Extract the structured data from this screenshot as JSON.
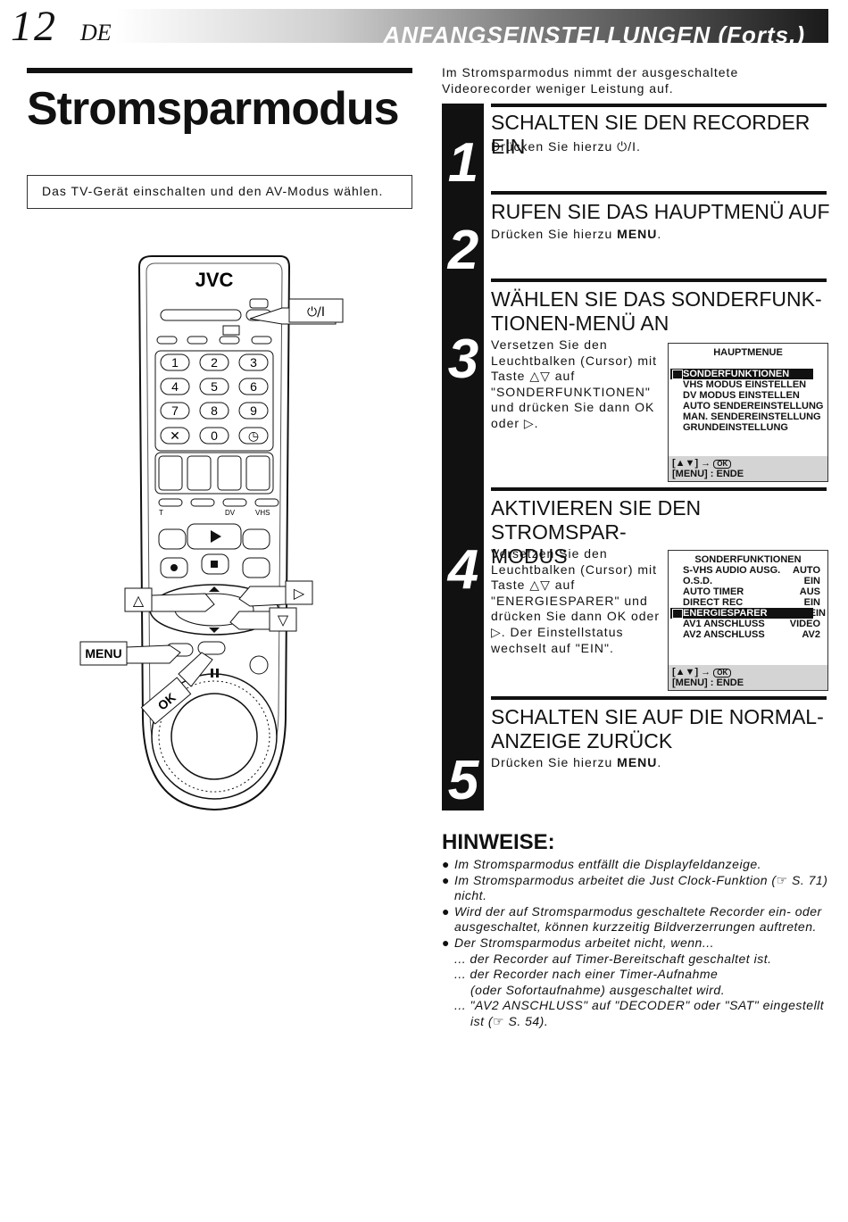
{
  "header": {
    "page_number": "12",
    "language": "DE",
    "section_title": "ANFANGSEINSTELLUNGEN (Forts.)"
  },
  "left": {
    "title": "Stromsparmodus",
    "intro_box": "Das TV-Gerät einschalten und den AV-Modus wählen.",
    "remote": {
      "brand": "JVC",
      "callout_power": "⏻/I",
      "callout_menu": "MENU",
      "callout_ok": "OK",
      "callout_up": "△",
      "callout_down": "▽",
      "callout_right": "▷",
      "keys": [
        "1",
        "2",
        "3",
        "4",
        "5",
        "6",
        "7",
        "8",
        "9",
        "✕",
        "0",
        "◷"
      ],
      "labels": {
        "t": "T",
        "dv": "DV",
        "vhs": "VHS"
      }
    }
  },
  "intro": "Im Stromsparmodus nimmt der ausgeschaltete Videorecorder weniger Leistung auf.",
  "steps": [
    {
      "num": "1",
      "title": "SCHALTEN SIE DEN RECORDER EIN",
      "text": "Drücken Sie hierzu ⏻/I."
    },
    {
      "num": "2",
      "title": "RUFEN SIE DAS HAUPTMENÜ AUF",
      "text_pre": "Drücken Sie hierzu ",
      "text_bold": "MENU",
      "text_post": "."
    },
    {
      "num": "3",
      "title": "WÄHLEN SIE DAS SONDERFUNK-TIONEN-MENÜ AN",
      "title_line1": "WÄHLEN SIE DAS SONDERFUNK-",
      "title_line2": "TIONEN-MENÜ AN",
      "lines": [
        "Versetzen Sie den",
        "Leuchtbalken (Cursor) mit",
        "Taste △▽ auf",
        "\"SONDERFUNKTIONEN\"",
        "und drücken Sie dann OK",
        "oder ▷."
      ]
    },
    {
      "num": "4",
      "title": "AKTIVIEREN SIE DEN STROMSPAR-MODUS",
      "title_line1": "AKTIVIEREN SIE DEN STROMSPAR-",
      "title_line2": "MODUS",
      "lines": [
        "Versetzen Sie den",
        "Leuchtbalken (Cursor) mit",
        "Taste △▽ auf",
        "\"ENERGIESPARER\" und",
        "drücken Sie dann OK oder",
        "▷. Der Einstellstatus",
        "wechselt auf \"EIN\"."
      ]
    },
    {
      "num": "5",
      "title": "SCHALTEN SIE AUF DIE NORMAL-ANZEIGE ZURÜCK",
      "title_line1": "SCHALTEN SIE AUF DIE NORMAL-",
      "title_line2": "ANZEIGE ZURÜCK",
      "text_pre": "Drücken Sie hierzu ",
      "text_bold": "MENU",
      "text_post": "."
    }
  ],
  "menu_main": {
    "title": "HAUPTMENUE",
    "items": [
      "SONDERFUNKTIONEN",
      "VHS MODUS EINSTELLEN",
      "DV MODUS EINSTELLEN",
      "AUTO SENDEREINSTELLUNG",
      "MAN. SENDEREINSTELLUNG",
      "GRUNDEINSTELLUNG"
    ],
    "footer1": "[▲▼] →",
    "footer_ok": "OK",
    "footer2": "[MENU] : ENDE"
  },
  "menu_special": {
    "title": "SONDERFUNKTIONEN",
    "items": [
      {
        "label": "S-VHS AUDIO AUSG.",
        "value": "AUTO"
      },
      {
        "label": "O.S.D.",
        "value": "EIN"
      },
      {
        "label": "AUTO TIMER",
        "value": "AUS"
      },
      {
        "label": "DIRECT REC",
        "value": "EIN"
      },
      {
        "label": "ENERGIESPARER",
        "value": "EIN"
      },
      {
        "label": "AV1 ANSCHLUSS",
        "value": "VIDEO"
      },
      {
        "label": "AV2 ANSCHLUSS",
        "value": "AV2"
      }
    ],
    "footer1": "[▲▼] →",
    "footer_ok": "OK",
    "footer2": "[MENU] : ENDE"
  },
  "notes": {
    "title": "HINWEISE:",
    "n1": "Im Stromsparmodus entfällt die Displayfeldanzeige.",
    "n2a": "Im Stromsparmodus arbeitet die Just Clock-Funktion (☞ S. 71)",
    "n2b": "nicht.",
    "n3a": "Wird der auf Stromsparmodus geschaltete Recorder ein- oder",
    "n3b": "ausgeschaltet, können kurzzeitig Bildverzerrungen auftreten.",
    "n4": "Der Stromsparmodus arbeitet nicht, wenn...",
    "n4a": "... der Recorder auf Timer-Bereitschaft geschaltet ist.",
    "n4b": "... der Recorder nach einer Timer-Aufnahme",
    "n4b2": "(oder Sofortaufnahme) ausgeschaltet wird.",
    "n4c": "... \"AV2 ANSCHLUSS\" auf \"DECODER\" oder \"SAT\" eingestellt",
    "n4c2": "ist (☞ S. 54).",
    "bullet": "●"
  }
}
